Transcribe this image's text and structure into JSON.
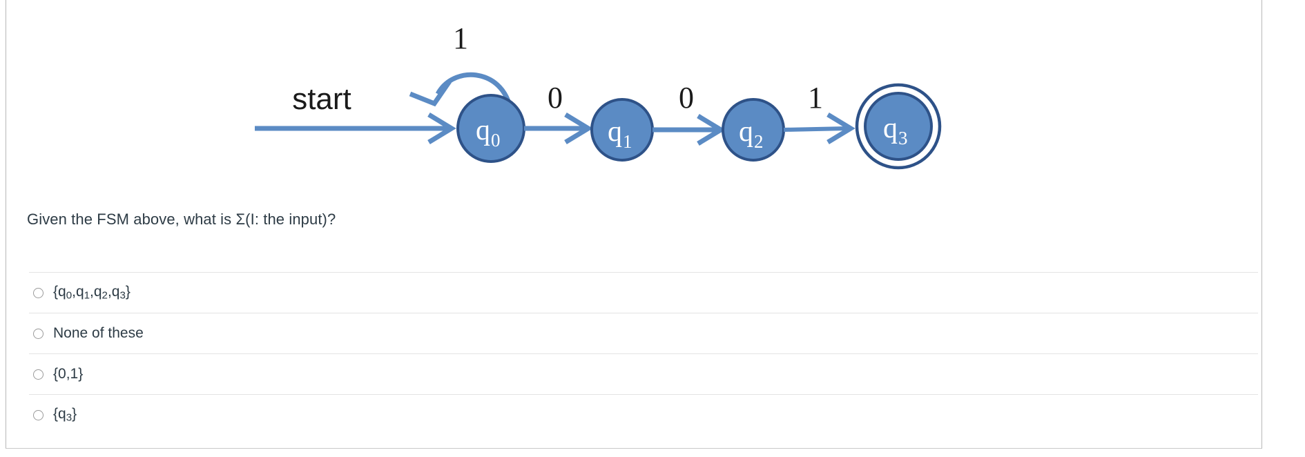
{
  "question": {
    "prompt": "Given the FSM above, what is Σ(I: the input)?"
  },
  "fsm": {
    "start_label": "start",
    "states": [
      {
        "id": "q0",
        "base": "q",
        "sub": "0",
        "accepting": false
      },
      {
        "id": "q1",
        "base": "q",
        "sub": "1",
        "accepting": false
      },
      {
        "id": "q2",
        "base": "q",
        "sub": "2",
        "accepting": false
      },
      {
        "id": "q3",
        "base": "q",
        "sub": "3",
        "accepting": true
      }
    ],
    "transitions": [
      {
        "from": "q0",
        "to": "q0",
        "symbol": "1",
        "type": "self-loop"
      },
      {
        "from": "q0",
        "to": "q1",
        "symbol": "0",
        "type": "edge"
      },
      {
        "from": "q1",
        "to": "q2",
        "symbol": "0",
        "type": "edge"
      },
      {
        "from": "q2",
        "to": "q3",
        "symbol": "1",
        "type": "edge"
      }
    ],
    "colors": {
      "state_fill": "#5b8bc4",
      "state_stroke": "#2e5288",
      "edge": "#5b8bc4",
      "symbol_text": "#1a1a1a"
    }
  },
  "answers": [
    {
      "index": 0,
      "label": "{q0,q1,q2,q3}",
      "selected": false,
      "parts": [
        {
          "t": "{q",
          "sub": false
        },
        {
          "t": "0",
          "sub": true
        },
        {
          "t": ",q",
          "sub": false
        },
        {
          "t": "1",
          "sub": true
        },
        {
          "t": ",q",
          "sub": false
        },
        {
          "t": "2",
          "sub": true
        },
        {
          "t": ",q",
          "sub": false
        },
        {
          "t": "3",
          "sub": true
        },
        {
          "t": "}",
          "sub": false
        }
      ]
    },
    {
      "index": 1,
      "label": "None of these",
      "selected": false,
      "parts": [
        {
          "t": "None of these",
          "sub": false
        }
      ]
    },
    {
      "index": 2,
      "label": "{0,1}",
      "selected": false,
      "parts": [
        {
          "t": "{0,1}",
          "sub": false
        }
      ]
    },
    {
      "index": 3,
      "label": "{q3}",
      "selected": false,
      "parts": [
        {
          "t": "{q",
          "sub": false
        },
        {
          "t": "3",
          "sub": true
        },
        {
          "t": "}",
          "sub": false
        }
      ]
    }
  ]
}
